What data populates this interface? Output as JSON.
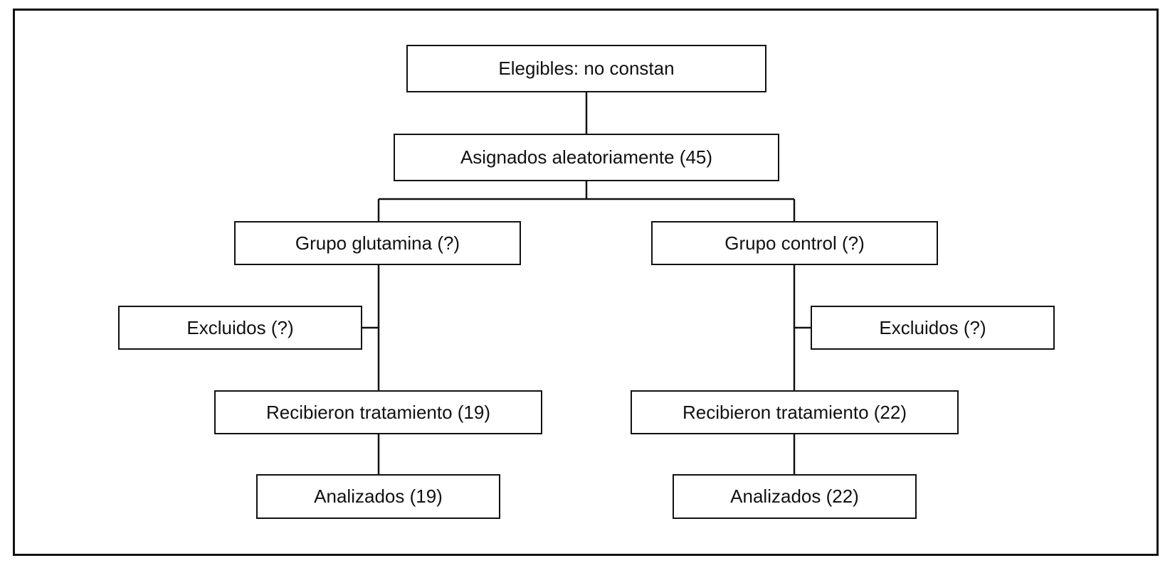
{
  "flowchart": {
    "eligible": "Elegibles: no constan",
    "randomized": "Asignados aleatoriamente (45)",
    "left_arm": {
      "group": "Grupo glutamina (?)",
      "excluded": "Excluidos (?)",
      "treated": "Recibieron tratamiento (19)",
      "analyzed": "Analizados (19)"
    },
    "right_arm": {
      "group": "Grupo control (?)",
      "excluded": "Excluidos (?)",
      "treated": "Recibieron tratamiento (22)",
      "analyzed": "Analizados (22)"
    }
  }
}
